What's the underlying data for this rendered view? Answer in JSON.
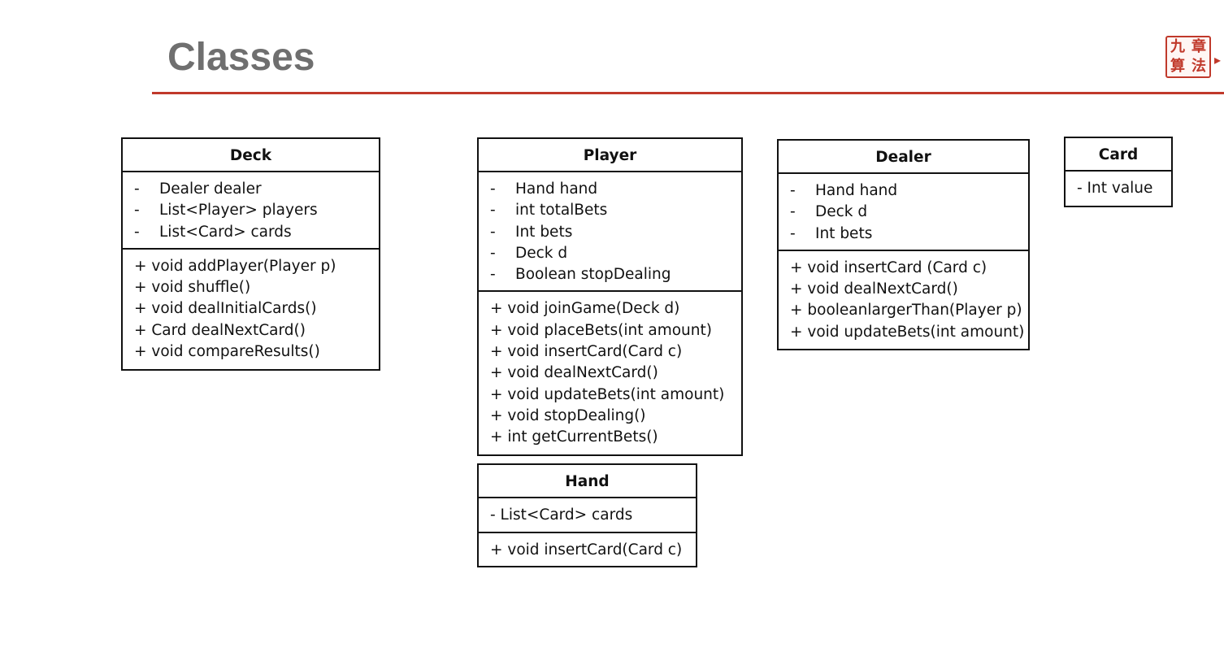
{
  "title": "Classes",
  "logo": {
    "chars": [
      "九",
      "章",
      "算",
      "法"
    ],
    "trail": "▸"
  },
  "colors": {
    "title": "#6f6f6f",
    "accent": "#c0392b",
    "border": "#111111"
  },
  "classes": {
    "deck": {
      "name": "Deck",
      "attributes": [
        "Dealer dealer",
        "List<Player> players",
        "List<Card> cards"
      ],
      "methods": [
        "+ void addPlayer(Player p)",
        "+ void shuffle()",
        "+ void dealInitialCards()",
        "+ Card dealNextCard()",
        "+ void compareResults()"
      ]
    },
    "player": {
      "name": "Player",
      "attributes": [
        "Hand hand",
        "int totalBets",
        "Int bets",
        "Deck d",
        "Boolean stopDealing"
      ],
      "methods": [
        "+ void joinGame(Deck d)",
        "+ void placeBets(int amount)",
        "+ void insertCard(Card c)",
        "+ void dealNextCard()",
        "+ void updateBets(int amount)",
        "+ void stopDealing()",
        "+ int getCurrentBets()"
      ]
    },
    "dealer": {
      "name": "Dealer",
      "attributes": [
        "Hand hand",
        "Deck d",
        "Int bets"
      ],
      "methods": [
        "+ void insertCard (Card c)",
        "+ void dealNextCard()",
        "+ booleanlargerThan(Player p)",
        "+ void updateBets(int amount)"
      ]
    },
    "card": {
      "name": "Card",
      "attributes": [
        "- Int value"
      ]
    },
    "hand": {
      "name": "Hand",
      "attributes": [
        "- List<Card> cards"
      ],
      "methods": [
        "+ void insertCard(Card c)"
      ]
    }
  }
}
